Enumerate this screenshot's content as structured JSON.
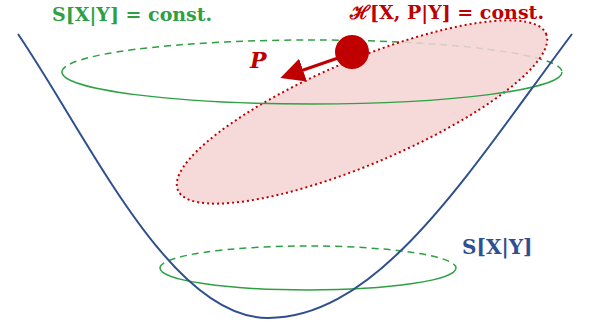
{
  "diagram": {
    "labels": [
      "S[X|Y] = const.",
      "ℋ[X, P|Y] = const.",
      "P",
      "S[X|Y]"
    ]
  }
}
